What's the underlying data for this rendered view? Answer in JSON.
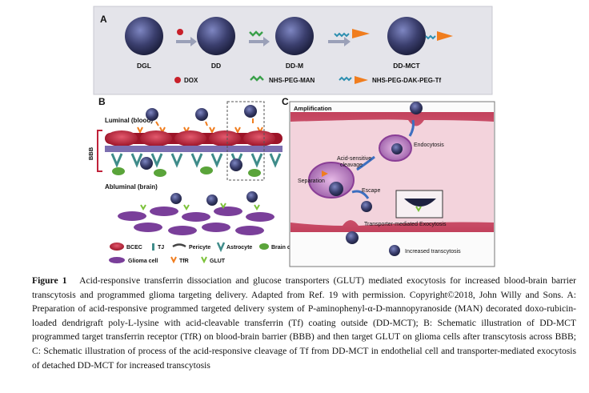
{
  "panelA": {
    "label": "A",
    "particles": [
      "DGL",
      "DD",
      "DD-M",
      "DD-MCT"
    ],
    "legend": [
      "DOX",
      "NHS-PEG-MAN",
      "NHS-PEG-DAK-PEG-Tf"
    ]
  },
  "panelB": {
    "label": "B",
    "luminal": "Luminal (blood)",
    "bbb": "BBB",
    "abluminal": "Abluminal (brain)",
    "legend": [
      "BCEC",
      "TJ",
      "Pericyte",
      "Astrocyte",
      "Brain cell",
      "Glioma cell",
      "TfR",
      "GLUT"
    ]
  },
  "panelC": {
    "label": "C",
    "amplification": "Amplification",
    "endocytosis": "Endocytosis",
    "acid_cleavage_1": "Acid-sensitive",
    "acid_cleavage_2": "cleavage",
    "separation": "Separation",
    "escape": "Escape",
    "exocytosis": "Transporter-mediated Exocytosis",
    "increased": "Increased transcytosis"
  },
  "caption": {
    "lead": "Figure 1",
    "text": "Acid-responsive transferrin dissociation and glucose transporters (GLUT) mediated exocytosis for increased blood-brain barrier transcytosis and programmed glioma targeting delivery. Adapted from Ref. 19 with permission. Copyright©2018, John Willy and Sons. A: Preparation of acid-responsive programmed targeted delivery system of P-aminophenyl-α-D-mannopyranoside (MAN) decorated doxo-rubicin-loaded dendrigraft poly-L-lysine with acid-cleavable transferrin (Tf) coating outside (DD-MCT); B: Schematic illustration of DD-MCT programmed target transferrin receptor (TfR) on blood-brain barrier (BBB) and then target GLUT on glioma cells after transcytosis across BBB; C: Schematic illustration of process of the acid-responsive cleavage of Tf from DD-MCT in endothelial cell and transporter-mediated exocytosis of detached DD-MCT for increased transcytosis"
  },
  "colors": {
    "particle": "#3b3f6e",
    "dox": "#c8202a",
    "peg_man": "#3aa04a",
    "tf": "#f07d1e",
    "bcec": "#c0223a",
    "vessel": "#d86a84",
    "glioma": "#7a3f9a",
    "astro": "#3f8c8a",
    "brain_cell": "#5aa43a"
  }
}
